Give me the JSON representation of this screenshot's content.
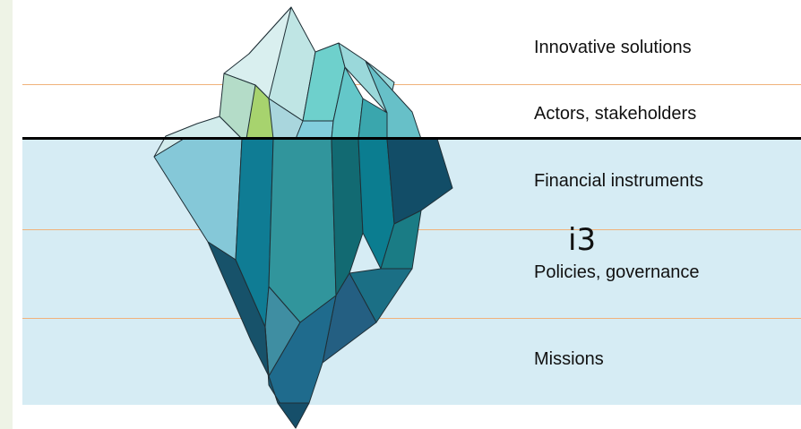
{
  "layers": [
    {
      "label": "Innovative solutions"
    },
    {
      "label": "Actors, stakeholders"
    },
    {
      "label": "Financial instruments"
    },
    {
      "label": "Policies, governance"
    },
    {
      "label": "Missions"
    }
  ],
  "logo": {
    "text": "i3"
  },
  "colors": {
    "water": "#d6ecf4",
    "band_line": "#f0b27a",
    "waterline": "#000000",
    "side_strip": "#eef3e6"
  }
}
